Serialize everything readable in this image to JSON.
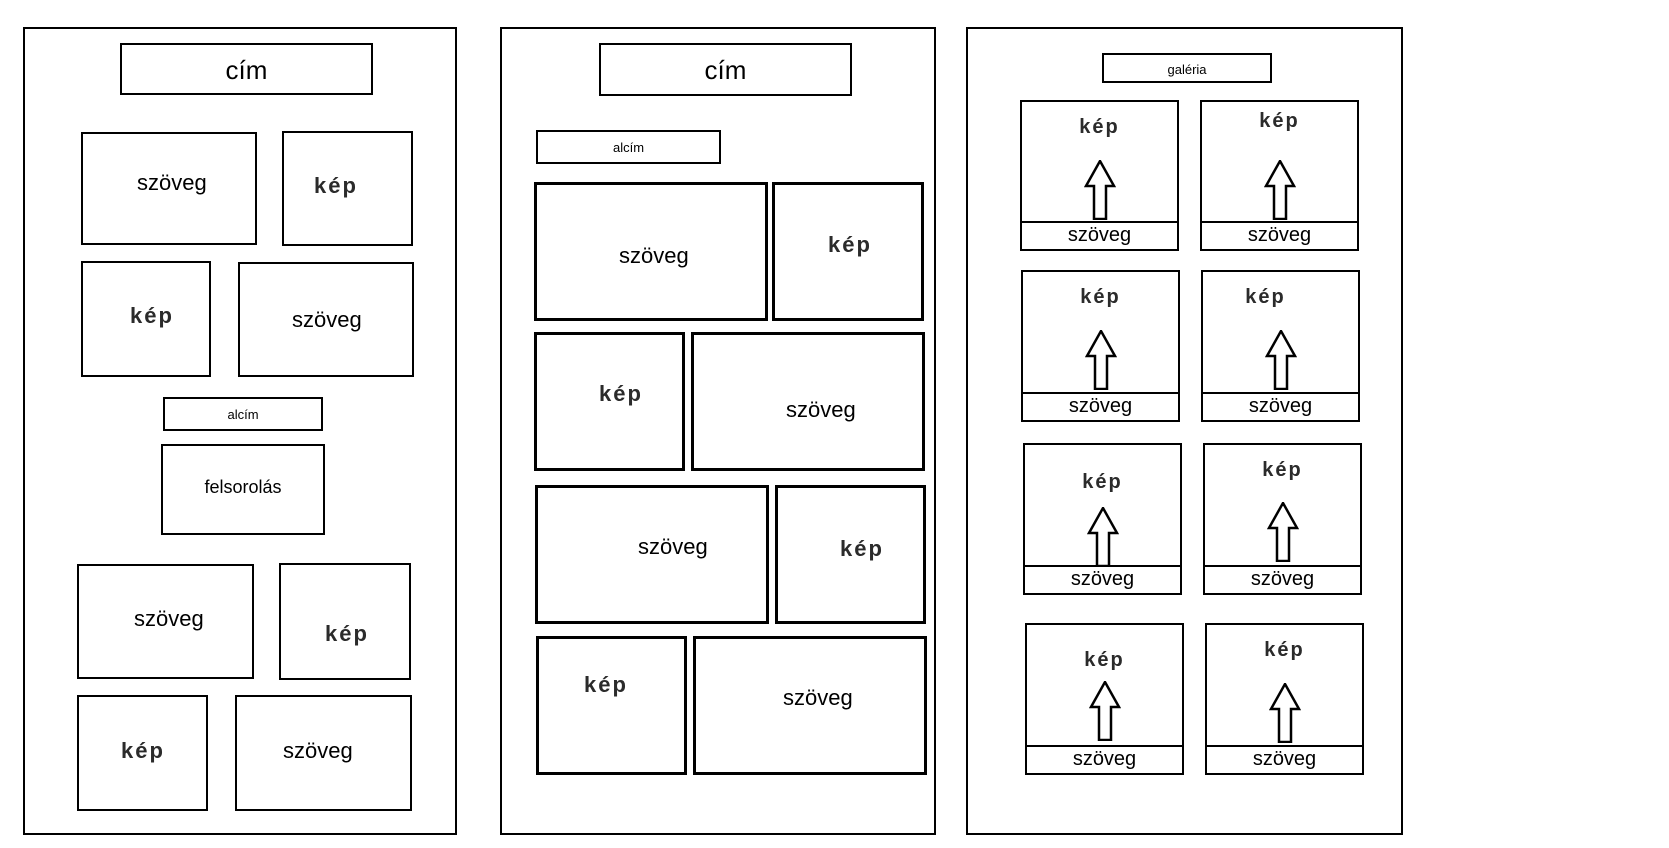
{
  "labels": {
    "title": "cím",
    "subtitle": "alcím",
    "text": "szöveg",
    "image": "kép",
    "list": "felsorolás",
    "gallery": "galéria"
  },
  "icons": {
    "gallery_arrow": "up-arrow-icon"
  }
}
